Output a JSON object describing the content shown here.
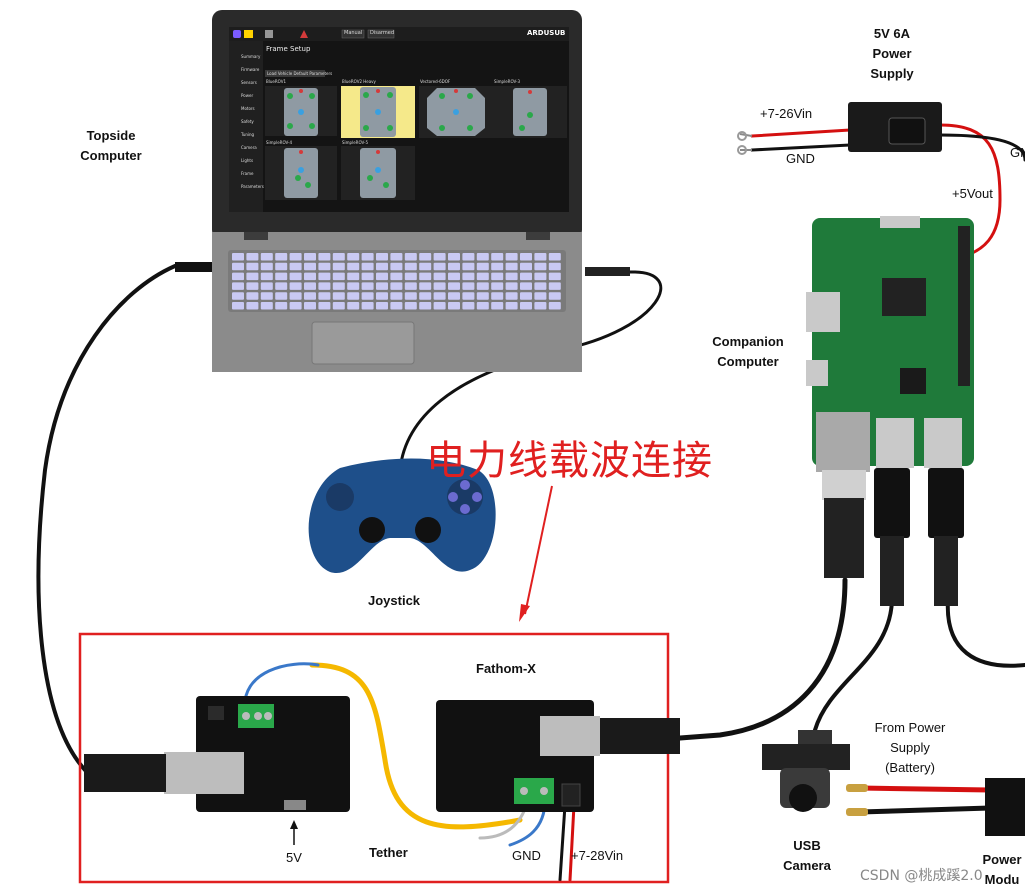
{
  "labels": {
    "topside": "Topside\nComputer",
    "power_supply": "5V 6A\nPower\nSupply",
    "vin_top": "+7-26Vin",
    "gnd_top": "GND",
    "gn_cut": "GN",
    "vout": "+5Vout",
    "companion": "Companion\nComputer",
    "joystick": "Joystick",
    "fathom": "Fathom-X",
    "from_power": "From Power\nSupply\n(Battery)",
    "usb_camera": "USB\nCamera",
    "tether": "Tether",
    "five_v": "5V",
    "gnd_bottom": "GND",
    "vin_bottom": "+7-28Vin",
    "power_module": "Power\nModu",
    "chinese_caption": "电力线载波连接",
    "watermark": "CSDN @桃成蹊2.0"
  },
  "screen": {
    "brand": "ARDUSUB",
    "modes": [
      "Manual",
      "Disarmed"
    ],
    "page_title": "Frame Setup",
    "button": "Load Vehicle Default Parameters",
    "menu": [
      "Summary",
      "Firmware",
      "Sensors",
      "Power",
      "Motors",
      "Safety",
      "Tuning",
      "Camera",
      "Lights",
      "Frame",
      "Parameters"
    ],
    "frames": [
      "BlueROV1",
      "BlueROV2 Heavy",
      "Vectored-6DOF",
      "SimpleROV-3",
      "SimpleROV-4",
      "SimpleROV-5"
    ]
  },
  "colors": {
    "annotation": "#e02020",
    "tether": "#f5b800",
    "board": "#111111",
    "terminal": "#2aa84a",
    "pi": "#1f7a3a"
  }
}
